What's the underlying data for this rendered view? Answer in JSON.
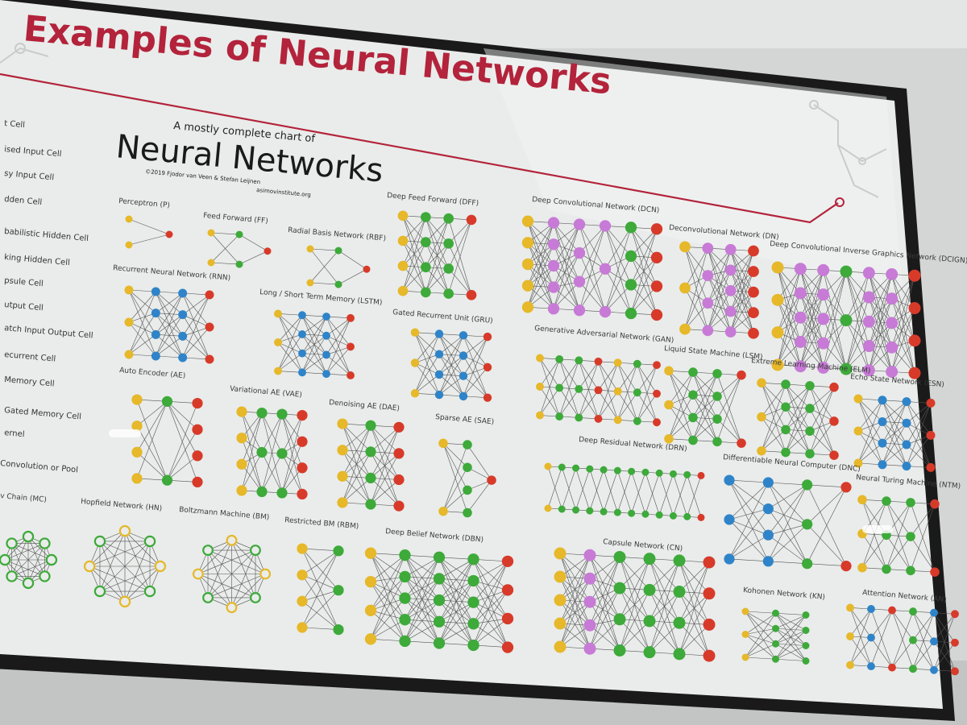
{
  "slide": {
    "title": "Examples of Neural Networks",
    "chart_subtitle": "A mostly complete chart of",
    "chart_title": "Neural Networks",
    "credit_line1": "©2019 Fjodor van Veen & Stefan Leijnen",
    "credit_line2": "asimovinstitute.org"
  },
  "legend_items": [
    "t Cell",
    "ised Input Cell",
    "sy Input Cell",
    "dden Cell",
    "babilistic Hidden Cell",
    "king Hidden Cell",
    "psule Cell",
    "utput Cell",
    "atch Input Output Cell",
    "ecurrent Cell",
    "Memory Cell",
    "Gated Memory Cell",
    "ernel",
    "Convolution or Pool"
  ],
  "networks": [
    {
      "label": "Perceptron (P)"
    },
    {
      "label": "Feed Forward (FF)"
    },
    {
      "label": "Radial Basis Network (RBF)"
    },
    {
      "label": "Deep Feed Forward (DFF)"
    },
    {
      "label": "Recurrent Neural Network (RNN)"
    },
    {
      "label": "Long / Short Term Memory (LSTM)"
    },
    {
      "label": "Gated Recurrent Unit (GRU)"
    },
    {
      "label": "Auto Encoder (AE)"
    },
    {
      "label": "Variational AE (VAE)"
    },
    {
      "label": "Denoising AE (DAE)"
    },
    {
      "label": "Sparse AE (SAE)"
    },
    {
      "label": "v Chain (MC)"
    },
    {
      "label": "Hopfield Network (HN)"
    },
    {
      "label": "Boltzmann Machine (BM)"
    },
    {
      "label": "Restricted BM (RBM)"
    },
    {
      "label": "Deep Belief Network (DBN)"
    },
    {
      "label": "Deep Convolutional Network (DCN)"
    },
    {
      "label": "Deconvolutional Network (DN)"
    },
    {
      "label": "Deep Convolutional Inverse Graphics Network (DCIGN)"
    },
    {
      "label": "Generative Adversarial Network (GAN)"
    },
    {
      "label": "Liquid State Machine (LSM)"
    },
    {
      "label": "Extreme Learning Machine (ELM)"
    },
    {
      "label": "Echo State Network (ESN)"
    },
    {
      "label": "Deep Residual Network (DRN)"
    },
    {
      "label": "Differentiable Neural Computer (DNC)"
    },
    {
      "label": "Neural Turing Machine (NTM)"
    },
    {
      "label": "Capsule Network (CN)"
    },
    {
      "label": "Kohonen Network (KN)"
    },
    {
      "label": "Attention Network (AN)"
    }
  ],
  "colors": {
    "title": "#b3233b",
    "input": "#e6b82a",
    "hidden": "#3daa3a",
    "output": "#d83a2a",
    "recurrent": "#2f84c9",
    "conv": "#c77bd6",
    "screen_bg": "#e9ecea",
    "bezel": "#1b1b1b"
  }
}
